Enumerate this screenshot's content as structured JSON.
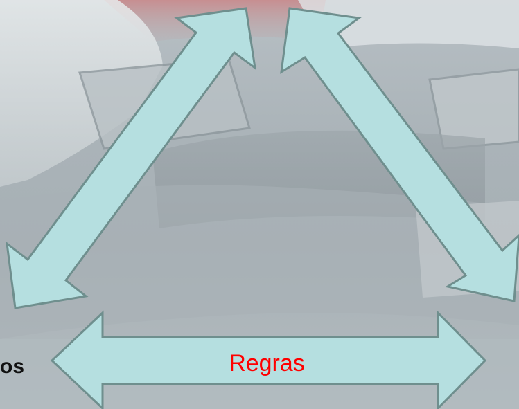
{
  "slide": {
    "bottom_arrow_label": "Regras",
    "left_partial_label": "os"
  },
  "colors": {
    "arrow_fill": "#b5dfe0",
    "arrow_stroke": "#6f8f8e",
    "label_red": "#ff0000",
    "label_dark": "#111111"
  },
  "icons": {
    "arrows": [
      "double-arrow-left-diagonal",
      "double-arrow-right-diagonal",
      "double-arrow-horizontal"
    ]
  }
}
